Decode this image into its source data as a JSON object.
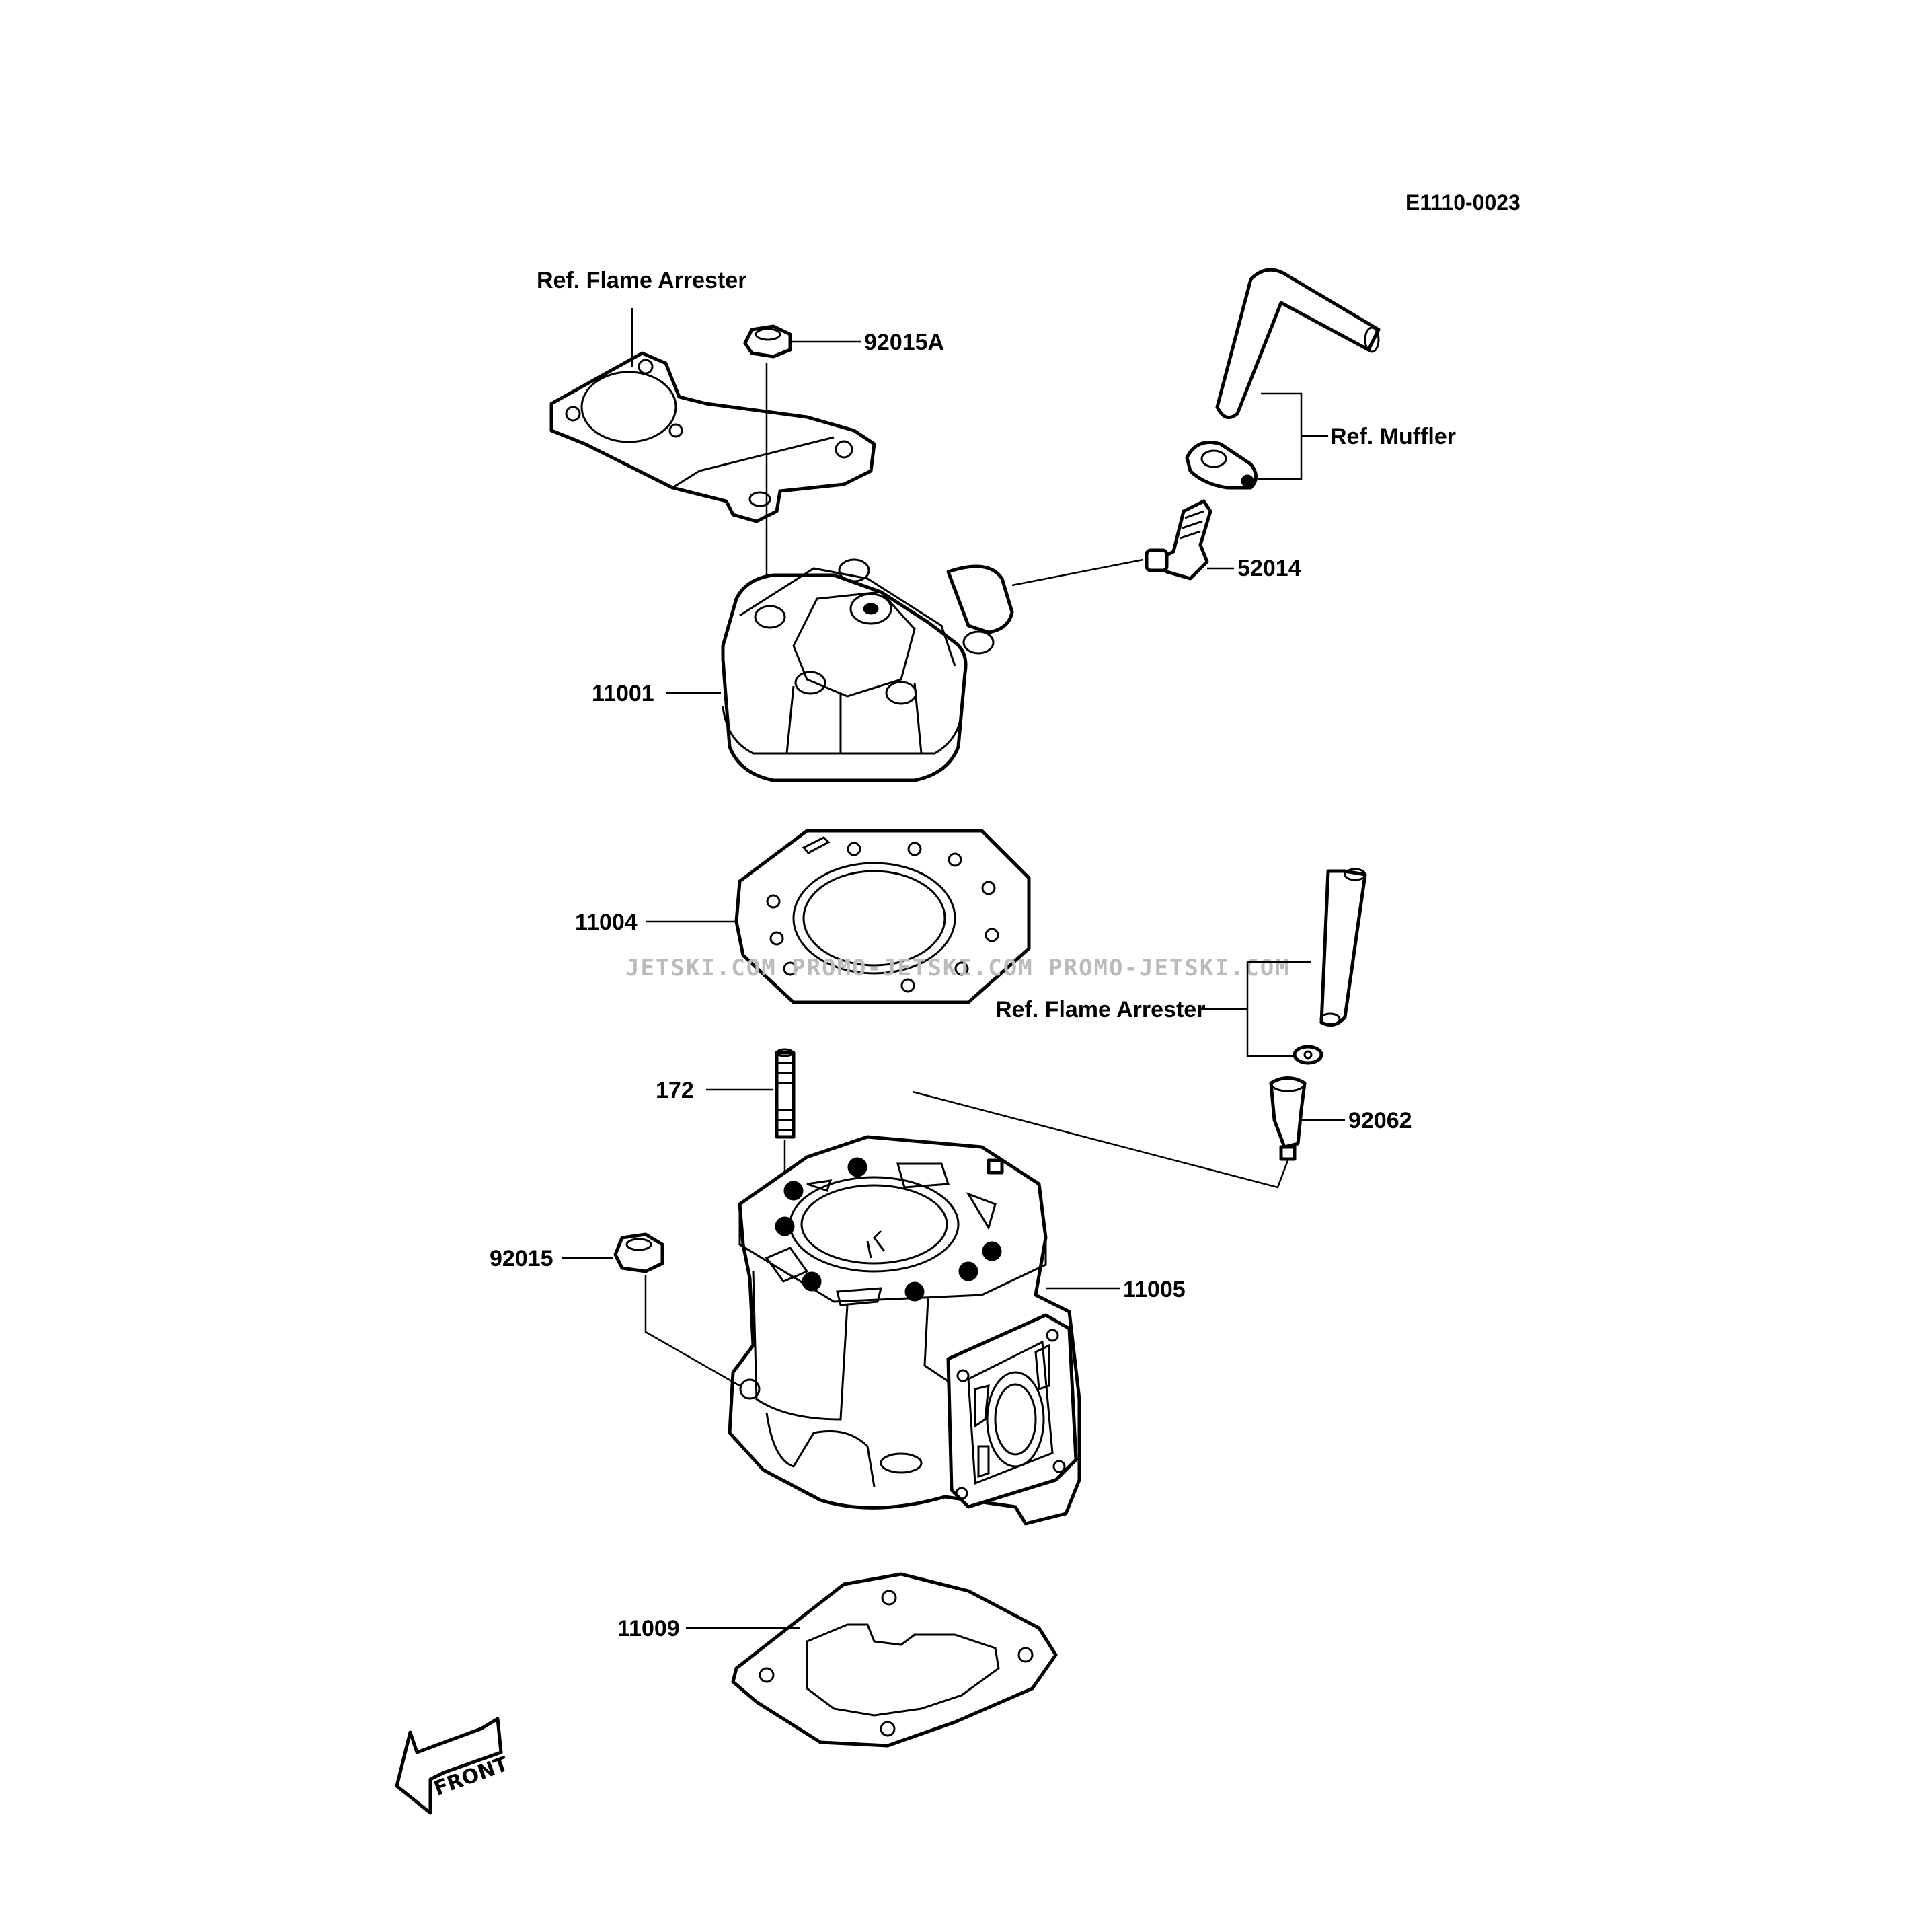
{
  "diagram": {
    "drawing_code": "E1110-0023",
    "labels": {
      "ref_flame_arrester_top": "Ref. Flame Arrester",
      "p92015A": "92015A",
      "ref_muffler": "Ref. Muffler",
      "p52014": "52014",
      "p11001": "11001",
      "p11004": "11004",
      "ref_flame_arrester_mid": "Ref. Flame Arrester",
      "p172": "172",
      "p92062": "92062",
      "p92015": "92015",
      "p11005": "11005",
      "p11009": "11009",
      "front": "FRONT"
    },
    "watermark": "JETSKI.COM  PROMO-JETSKI.COM  PROMO-JETSKI.COM"
  }
}
